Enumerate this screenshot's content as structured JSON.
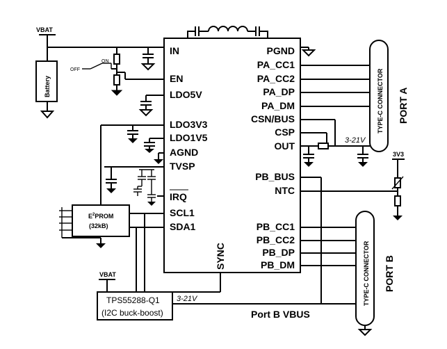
{
  "ic_pins_left": [
    "IN",
    "EN",
    "LDO5V",
    "LDO3V3",
    "LDO1V5",
    "AGND",
    "TVSP",
    "IRQ",
    "SCL1",
    "SDA1"
  ],
  "ic_pins_right": [
    "PGND",
    "PA_CC1",
    "PA_CC2",
    "PA_DP",
    "PA_DM",
    "CSN/BUS",
    "CSP",
    "OUT",
    "PB_BUS",
    "NTC",
    "PB_CC1",
    "PB_CC2",
    "PB_DP",
    "PB_DM"
  ],
  "ic_pin_bottom": "SYNC",
  "labels": {
    "vbat_top": "VBAT",
    "vbat_bottom": "VBAT",
    "battery": "Battery",
    "switch_off": "OFF",
    "switch_on": "ON",
    "eeprom_line1": "E",
    "eeprom_sup": "2",
    "eeprom_line1b": "PROM",
    "eeprom_line2": "(32kB)",
    "buck_line1": "TPS55288-Q1",
    "buck_line2": "(I2C buck-boost)",
    "range_a": "3-21V",
    "range_b": "3-21V",
    "v3v3": "3V3",
    "connector_a": "TYPE-C CONNECTOR",
    "connector_b": "TYPE-C CONNECTOR",
    "port_a": "PORT A",
    "port_b": "PORT B",
    "port_b_vbus": "Port B VBUS"
  }
}
